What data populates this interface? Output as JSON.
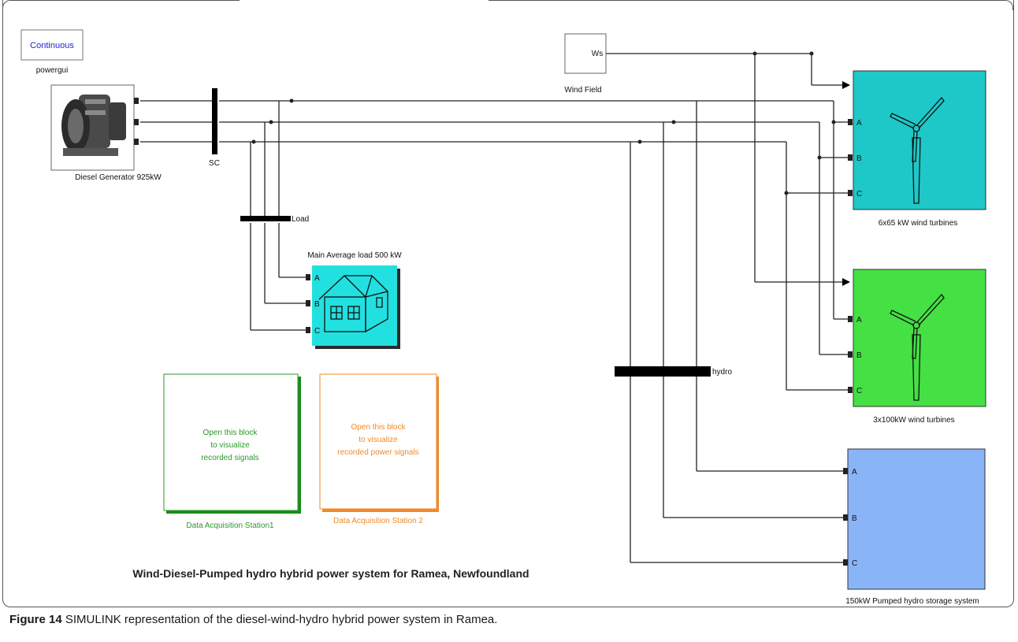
{
  "blocks": {
    "powergui": {
      "display": "Continuous",
      "name": "powergui"
    },
    "diesel": {
      "name": "Diesel Generator 925kW"
    },
    "sc": {
      "name": "SC"
    },
    "wind_field": {
      "port": "Ws",
      "name": "Wind Field"
    },
    "load_bus": {
      "name": "Load"
    },
    "house": {
      "name": "Main Average load 500 kW",
      "ports": [
        "A",
        "B",
        "C"
      ]
    },
    "wt1": {
      "name": "6x65 kW wind turbines",
      "ports": [
        "A",
        "B",
        "C"
      ],
      "color": "#1ec8c8"
    },
    "wt2": {
      "name": "3x100kW wind turbines",
      "ports": [
        "A",
        "B",
        "C"
      ],
      "color": "#44e044"
    },
    "hydro_bus": {
      "name": "hydro"
    },
    "hydro": {
      "name": "150kW Pumped hydro storage system",
      "ports": [
        "A",
        "B",
        "C"
      ],
      "color": "#8ab4f8"
    },
    "das1": {
      "lines": [
        "Open this block",
        "to visualize",
        "recorded signals"
      ],
      "name": "Data Acquisition Station1",
      "color": "#2a9a2a"
    },
    "das2": {
      "lines": [
        "Open this block",
        "to visualize",
        "recorded power signals"
      ],
      "name": "Data Acquisition Station 2",
      "color": "#f08a2a"
    }
  },
  "diagram_title": "Wind-Diesel-Pumped hydro hybrid power system for Ramea, Newfoundland",
  "caption": {
    "label": "Figure 14",
    "text": "SIMULINK representation of the diesel-wind-hydro hybrid power system in Ramea."
  }
}
